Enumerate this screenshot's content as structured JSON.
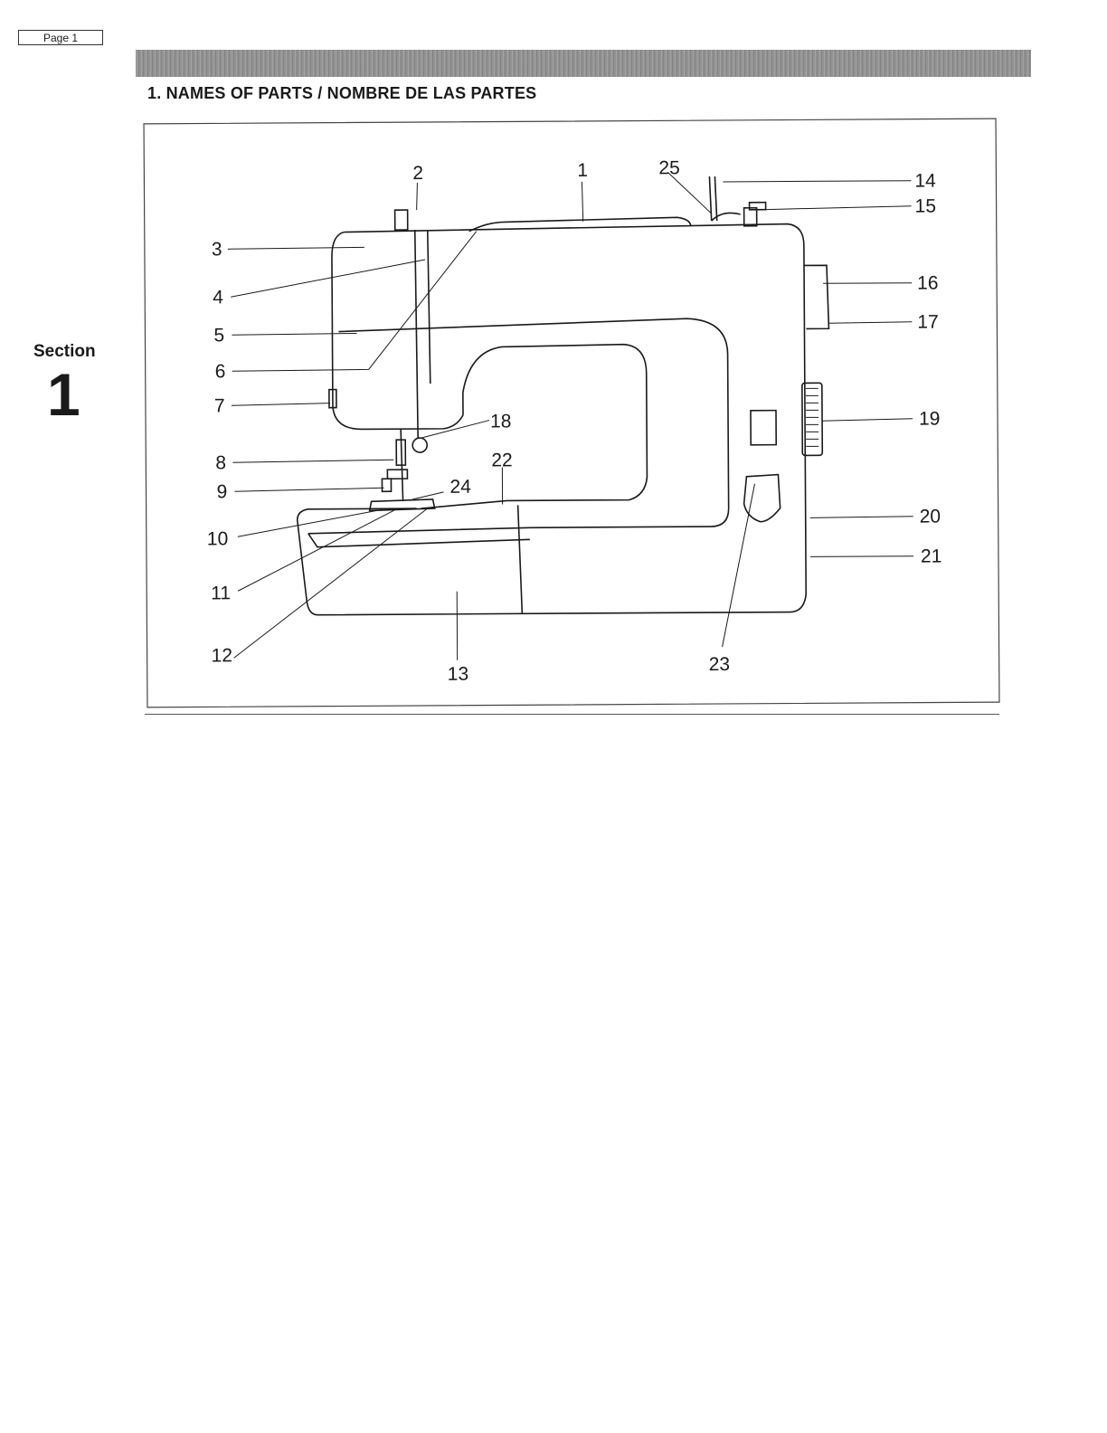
{
  "page_label": "Page 1",
  "heading": "1. NAMES OF PARTS / NOMBRE DE LAS PARTES",
  "section": {
    "word": "Section",
    "number": "1"
  },
  "diagram": {
    "callouts": [
      "1",
      "2",
      "3",
      "4",
      "5",
      "6",
      "7",
      "8",
      "9",
      "10",
      "11",
      "12",
      "13",
      "14",
      "15",
      "16",
      "17",
      "18",
      "19",
      "20",
      "21",
      "22",
      "23",
      "24",
      "25"
    ]
  }
}
